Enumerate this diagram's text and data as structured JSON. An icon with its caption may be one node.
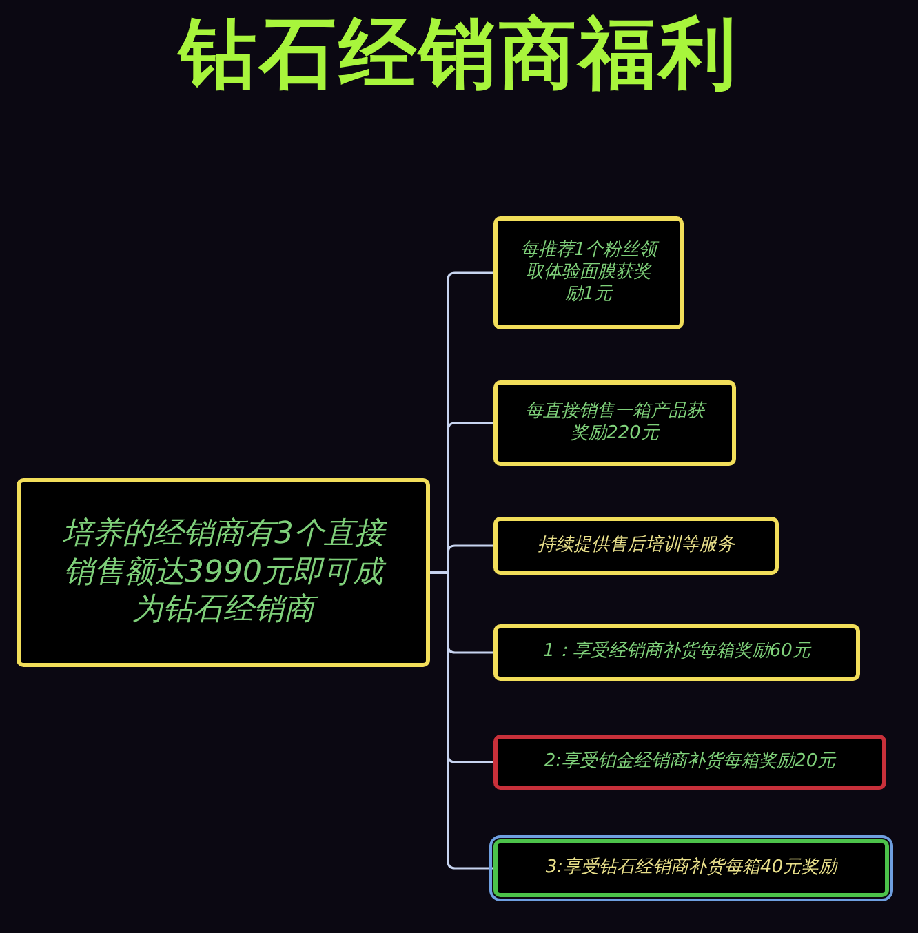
{
  "diagram": {
    "title": "钻石经销商福利",
    "nodes": [
      {
        "text": [
          "培养的经销商有3个直接销售额达3990元即可成为钻石经销商"
        ]
      },
      {
        "text": [
          "每推荐1个粉丝领取体验面膜获奖励1元"
        ]
      },
      {
        "text": [
          "每直接销售一箱产品获奖励220元"
        ]
      },
      {
        "text": [
          "持续提供售后培训等服务"
        ]
      },
      {
        "text": [
          "1：享受经销商补货每箱奖励60元"
        ]
      },
      {
        "text": [
          "2:享受铂金经销商补货每箱奖励20元"
        ]
      },
      {
        "text": [
          "3:享受钻石经销商补货每箱40元奖励"
        ]
      }
    ],
    "edges": [
      {
        "from": 0,
        "to": 1,
        "arrow": "none"
      },
      {
        "from": 0,
        "to": 2,
        "arrow": "none"
      },
      {
        "from": 0,
        "to": 3,
        "arrow": "none"
      },
      {
        "from": 0,
        "to": 4,
        "arrow": "none"
      },
      {
        "from": 0,
        "to": 5,
        "arrow": "none"
      },
      {
        "from": 0,
        "to": 6,
        "arrow": "none"
      }
    ]
  }
}
